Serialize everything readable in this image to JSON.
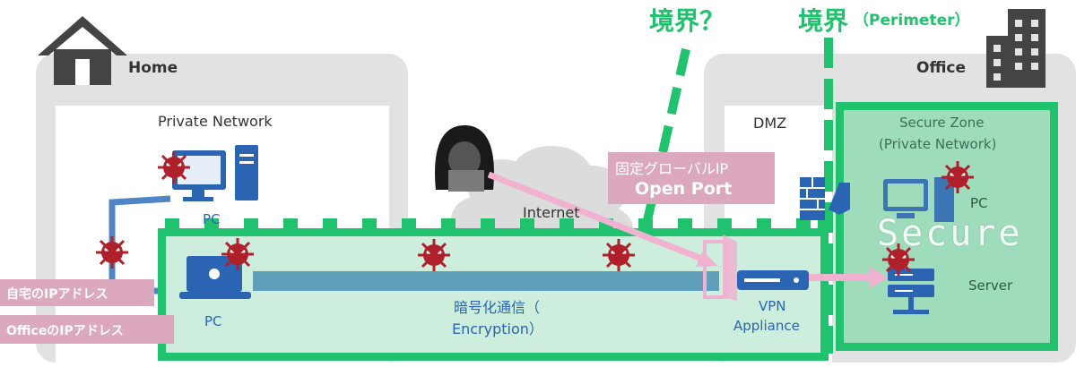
{
  "colors": {
    "zone_gray": "#e2e2e2",
    "tunnel_green": "#21c26e",
    "tunnel_fill": "#cdeedd",
    "secure_green": "#9fdcbc",
    "pipe_blue": "#5f9fba",
    "device_blue": "#2a64b2",
    "virus_red": "#b0202a",
    "arrow_pink": "#f0b2d0",
    "tag_pink": "#dba8bd"
  },
  "home": {
    "title": "Home",
    "network_label": "Private Network",
    "pc_label": "PC"
  },
  "office": {
    "title": "Office",
    "dmz_label": "DMZ",
    "secure_zone_line1": "Secure Zone",
    "secure_zone_line2": "(Private Network)",
    "pc_label": "PC",
    "server_label": "Server",
    "secure_text": "Secure"
  },
  "internet_label": "Internet",
  "perimeter_question": "境界？",
  "perimeter_label": "境界",
  "perimeter_sub": "（Perimeter）",
  "fixed_ip_label": "固定グローバルIP",
  "open_port_label": "Open Port",
  "encryption_line1": "暗号化通信（",
  "encryption_line2": "Encryption）",
  "vpn_line1": "VPN",
  "vpn_line2": "Appliance",
  "tunnel_pc_label": "PC",
  "home_ip_tag": "自宅のIPアドレス",
  "office_ip_tag": "OfficeのIPアドレス",
  "icons": [
    "house-icon",
    "building-icon",
    "hacker-icon",
    "cloud-icon",
    "firewall-icon",
    "desktop-pc-icon",
    "laptop-icon",
    "server-icon",
    "vpn-appliance-icon",
    "virus-icon"
  ]
}
